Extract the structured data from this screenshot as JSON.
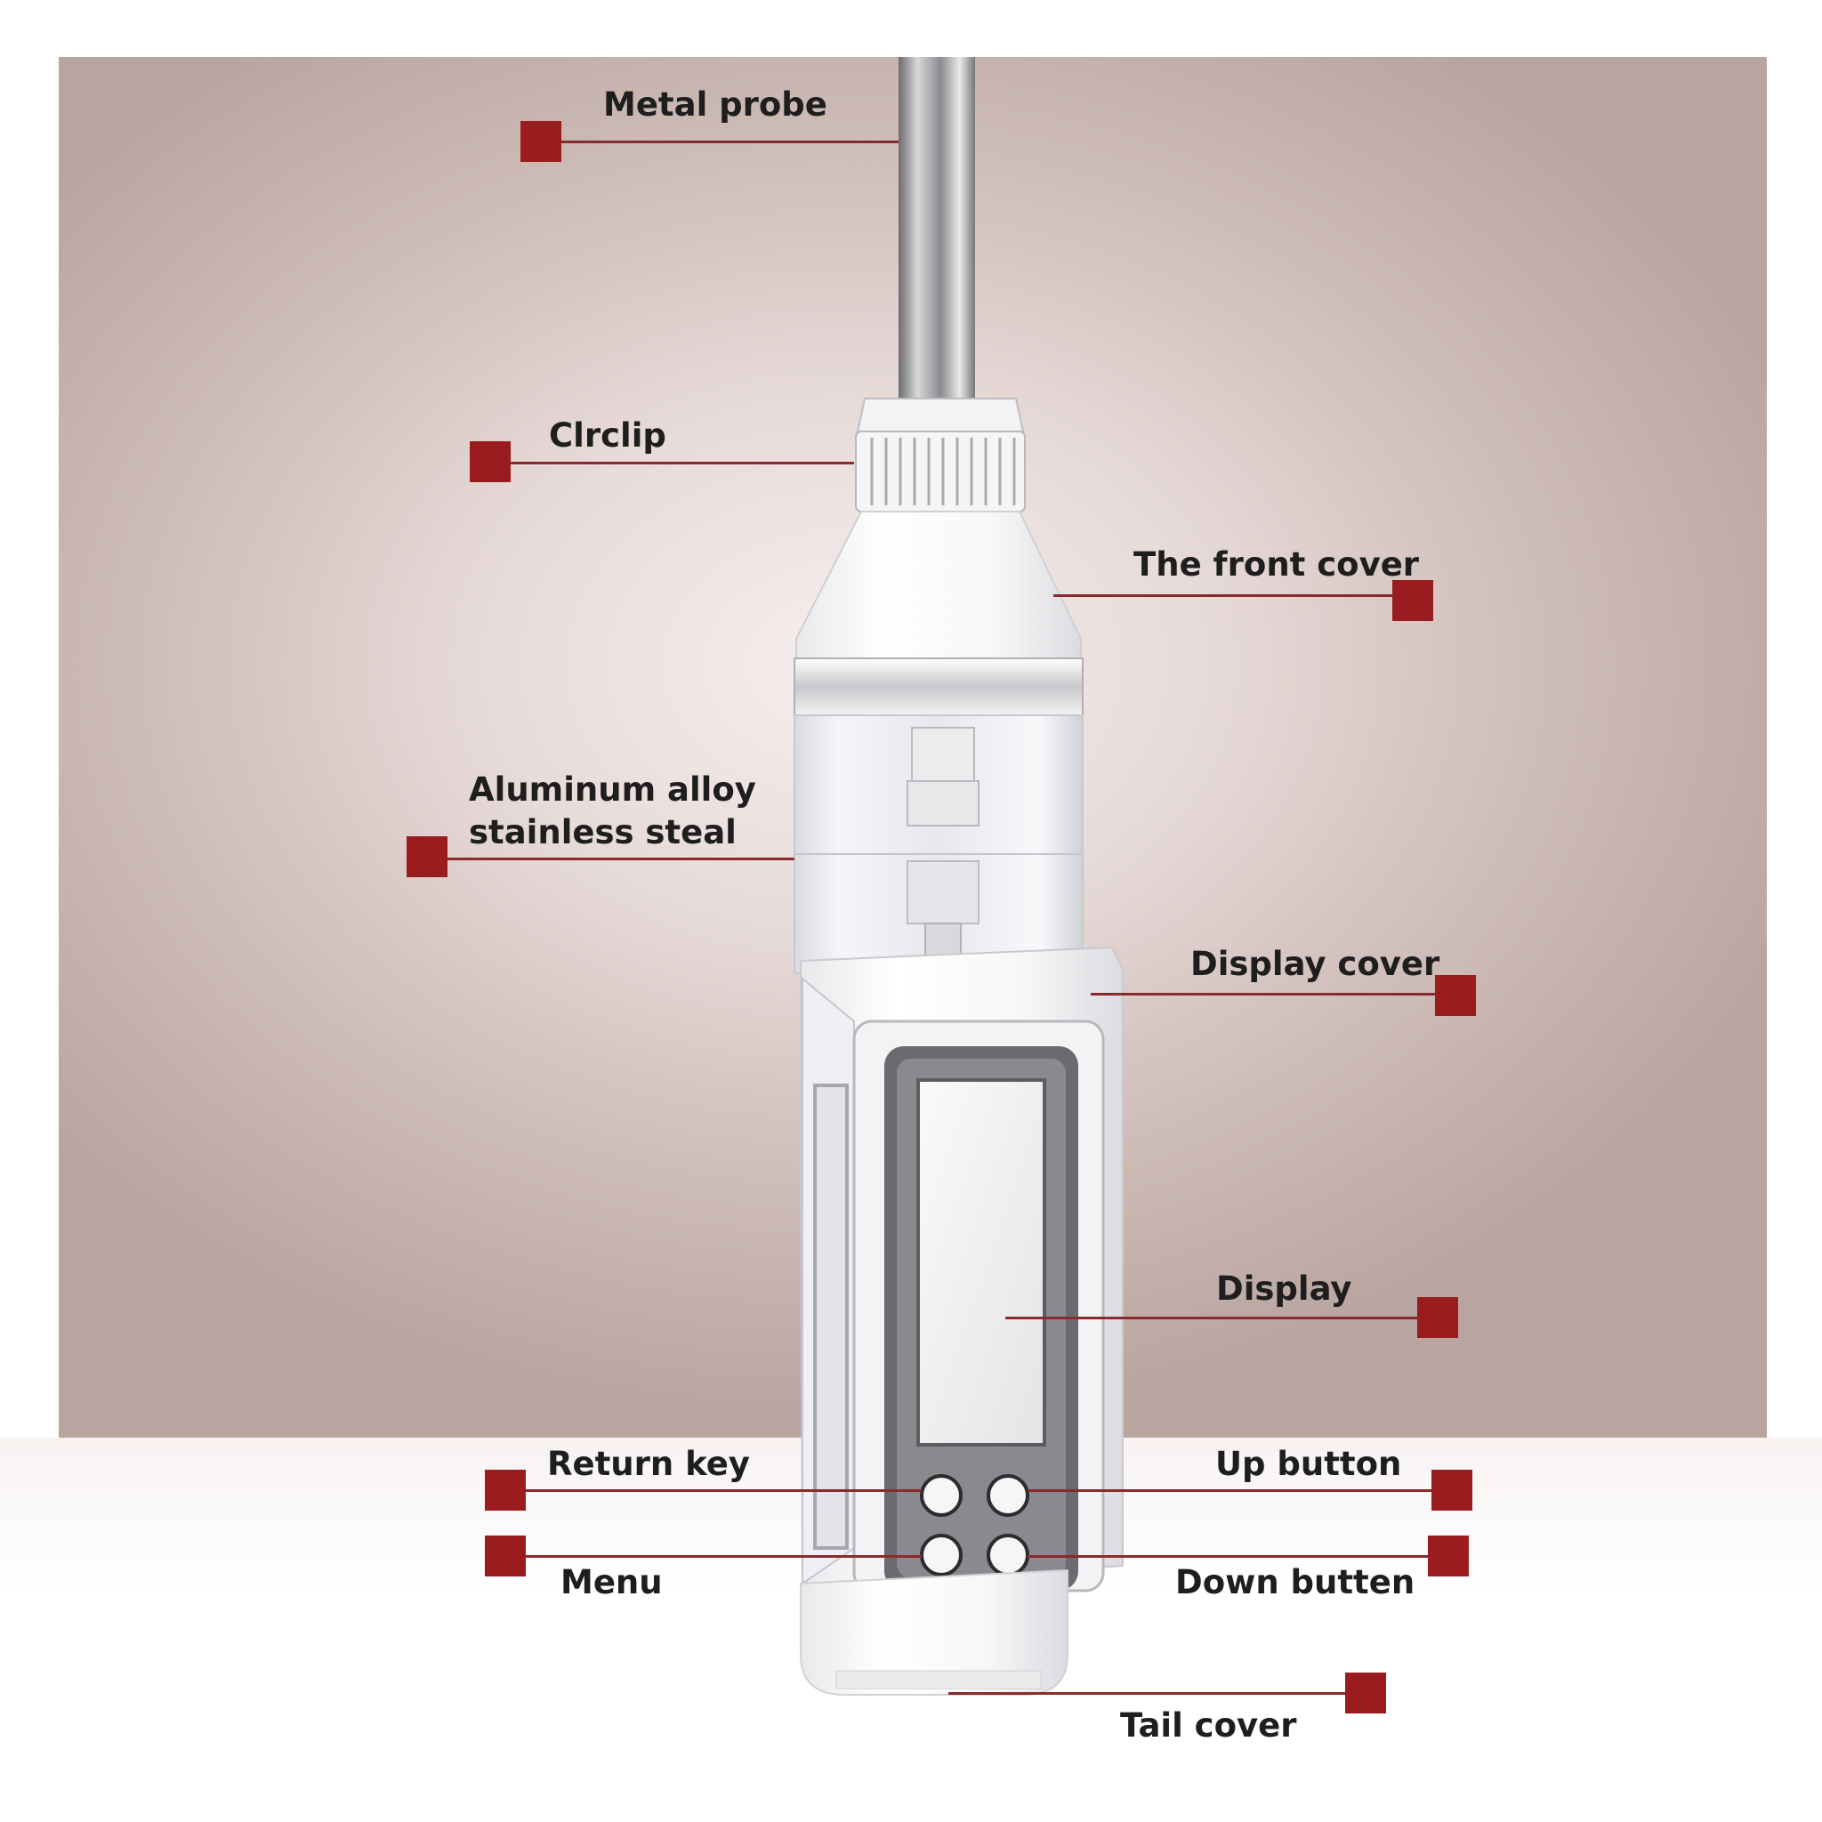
{
  "colors": {
    "marker": "#9a1c1f",
    "leader": "#8a2a2c",
    "label_text": "#1e1e1e",
    "backdrop_edge": "#b9a59f",
    "backdrop_center": "#f6eeee"
  },
  "labels": {
    "metal_probe": "Metal probe",
    "circlip": "Clrclip",
    "front_cover": "The front cover",
    "aluminum_line1": "Aluminum alloy",
    "aluminum_line2": "stainless steal",
    "display_cover": "Display cover",
    "display": "Display",
    "return_key": "Return key",
    "up_button": "Up button",
    "menu": "Menu",
    "down_button": "Down butten",
    "tail_cover": "Tail cover"
  }
}
